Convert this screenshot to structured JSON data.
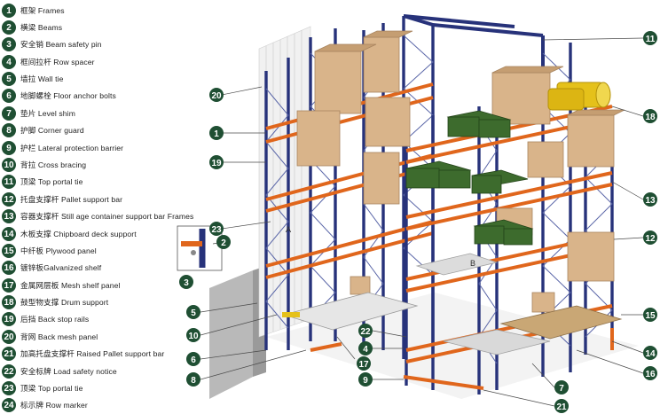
{
  "legend": [
    {
      "num": "1",
      "label": "框架 Frames"
    },
    {
      "num": "2",
      "label": "横梁 Beams"
    },
    {
      "num": "3",
      "label": "安全销 Beam safety pin"
    },
    {
      "num": "4",
      "label": "框间拉杆 Row spacer"
    },
    {
      "num": "5",
      "label": "墙拉 Wall tie"
    },
    {
      "num": "6",
      "label": "地脚螺栓 Floor anchor bolts"
    },
    {
      "num": "7",
      "label": "垫片 Level shim"
    },
    {
      "num": "8",
      "label": "护脚 Corner guard"
    },
    {
      "num": "9",
      "label": "护栏 Lateral protection barrier"
    },
    {
      "num": "10",
      "label": "背拉 Cross bracing"
    },
    {
      "num": "11",
      "label": "顶梁 Top portal tie"
    },
    {
      "num": "12",
      "label": "托盘支撑杆 Pallet support bar"
    },
    {
      "num": "13",
      "label": "容器支撑杆 Still age container support bar Frames"
    },
    {
      "num": "14",
      "label": "木板支撑 Chipboard deck support"
    },
    {
      "num": "15",
      "label": "中纤板 Plywood panel"
    },
    {
      "num": "16",
      "label": "镀锌板Galvanized shelf"
    },
    {
      "num": "17",
      "label": "金属网层板 Mesh shelf panel"
    },
    {
      "num": "18",
      "label": "鼓型物支撑 Drum support"
    },
    {
      "num": "19",
      "label": "后挡 Back stop rails"
    },
    {
      "num": "20",
      "label": "背网 Back mesh panel"
    },
    {
      "num": "21",
      "label": "加高托盘支撑杆 Raised Pallet support bar"
    },
    {
      "num": "22",
      "label": "安全标牌 Load safety notice"
    },
    {
      "num": "23",
      "label": "顶梁 Top portal tie"
    },
    {
      "num": "24",
      "label": "标示牌 Row marker"
    }
  ],
  "callouts": [
    {
      "num": "20",
      "id": "c20"
    },
    {
      "num": "1",
      "id": "c1"
    },
    {
      "num": "19",
      "id": "c19"
    },
    {
      "num": "23",
      "id": "c23"
    },
    {
      "num": "2",
      "id": "c2"
    },
    {
      "num": "3",
      "id": "c3"
    },
    {
      "num": "5",
      "id": "c5"
    },
    {
      "num": "10",
      "id": "c10"
    },
    {
      "num": "6",
      "id": "c6"
    },
    {
      "num": "8",
      "id": "c8"
    },
    {
      "num": "22",
      "id": "c22"
    },
    {
      "num": "4",
      "id": "c4"
    },
    {
      "num": "17",
      "id": "c17"
    },
    {
      "num": "9",
      "id": "c9"
    },
    {
      "num": "21",
      "id": "c21"
    },
    {
      "num": "7",
      "id": "c7"
    },
    {
      "num": "16",
      "id": "c16"
    },
    {
      "num": "14",
      "id": "c14"
    },
    {
      "num": "15",
      "id": "c15"
    },
    {
      "num": "12",
      "id": "c12"
    },
    {
      "num": "13",
      "id": "c13"
    },
    {
      "num": "18",
      "id": "c18"
    },
    {
      "num": "11",
      "id": "c11"
    }
  ],
  "aisle_labels": {
    "a": "A",
    "b": "B"
  },
  "colors": {
    "badge": "#1f4f33",
    "upright": "#27327a",
    "beam": "#e0661c",
    "carton": "#d9b48a",
    "crate": "#3d6b2d",
    "drum": "#e5c11a",
    "leader": "#4a4a4a"
  }
}
